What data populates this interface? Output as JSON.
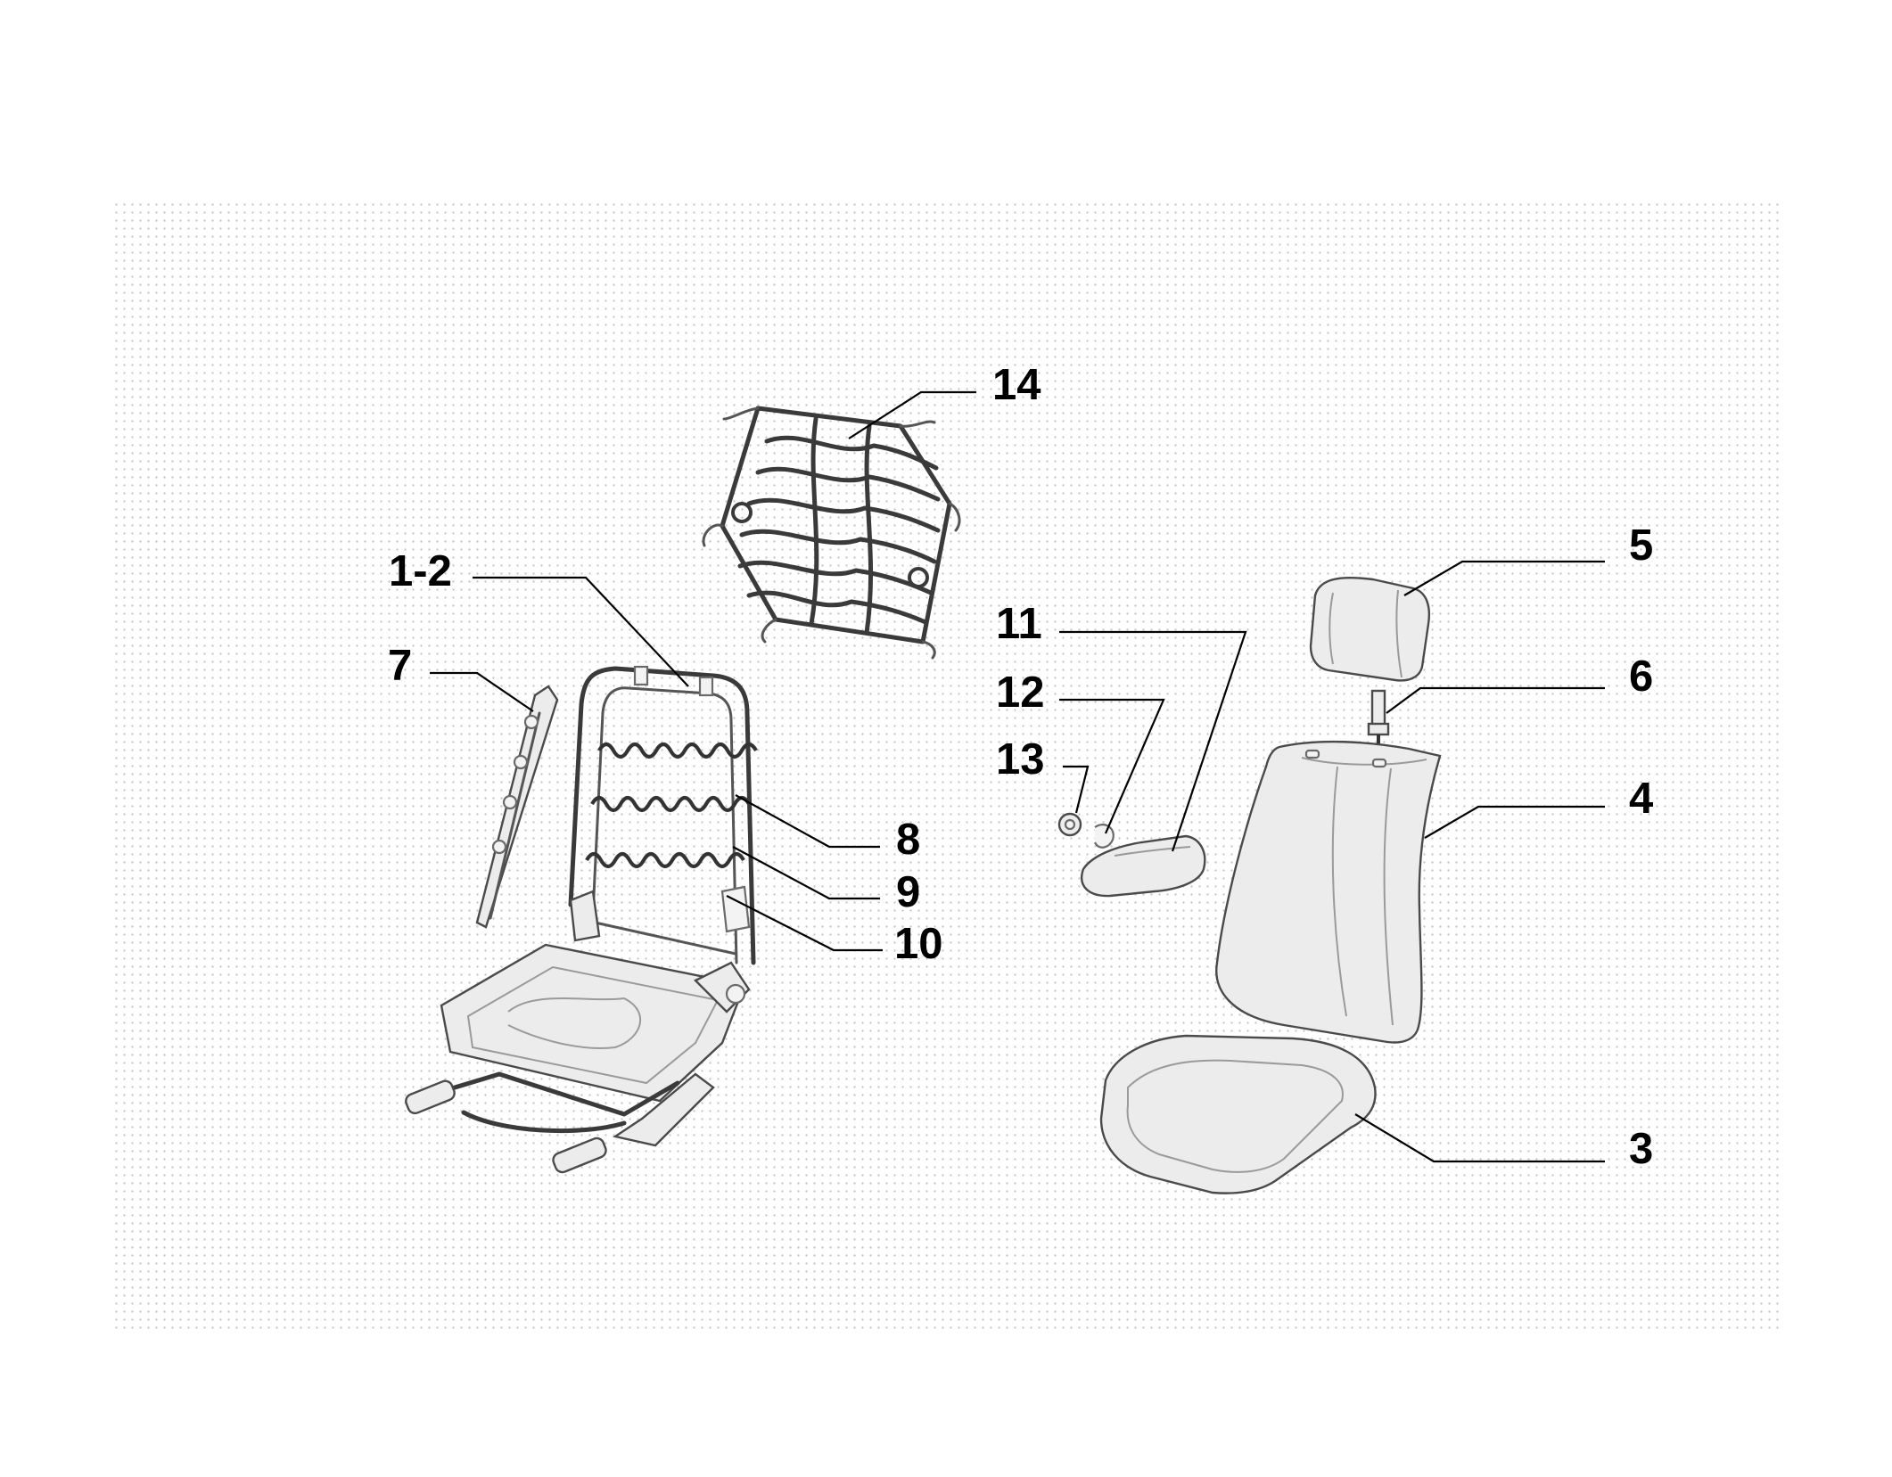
{
  "callouts": {
    "c14": "14",
    "c5": "5",
    "c1_2": "1-2",
    "c11": "11",
    "c6": "6",
    "c7": "7",
    "c12": "12",
    "c13": "13",
    "c4": "4",
    "c8": "8",
    "c9": "9",
    "c10": "10",
    "c3": "3"
  },
  "colors": {
    "background": "#ffffff",
    "dot_pattern": "#c8c8c8",
    "line": "#000000",
    "part_fill": "#ececec"
  }
}
